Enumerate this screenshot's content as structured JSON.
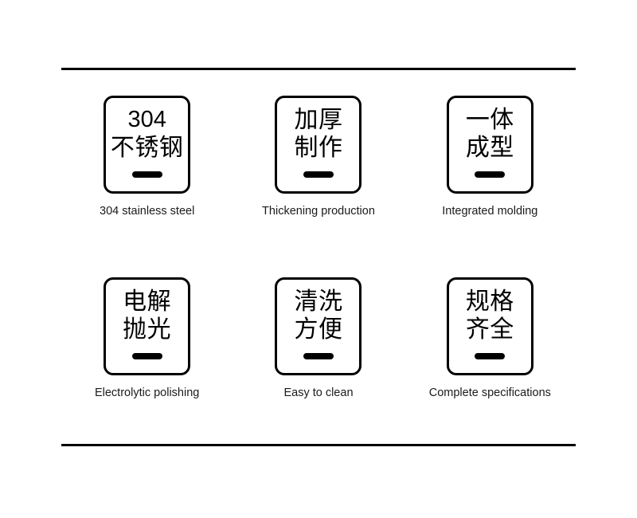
{
  "panel": {
    "background_color": "#ffffff",
    "line_color": "#000000",
    "text_color": "#1a1a1a"
  },
  "divider_top": {
    "name": "top-divider"
  },
  "divider_bottom": {
    "name": "bottom-divider"
  },
  "features": [
    {
      "badge_line1": "304",
      "badge_line2": "不锈钢",
      "line1_is_latin": true,
      "caption": "304 stainless steel"
    },
    {
      "badge_line1": "加厚",
      "badge_line2": "制作",
      "line1_is_latin": false,
      "caption": "Thickening production"
    },
    {
      "badge_line1": "一体",
      "badge_line2": "成型",
      "line1_is_latin": false,
      "caption": "Integrated molding"
    },
    {
      "badge_line1": "电解",
      "badge_line2": "抛光",
      "line1_is_latin": false,
      "caption": "Electrolytic polishing"
    },
    {
      "badge_line1": "清洗",
      "badge_line2": "方便",
      "line1_is_latin": false,
      "caption": "Easy to clean"
    },
    {
      "badge_line1": "规格",
      "badge_line2": "齐全",
      "line1_is_latin": false,
      "caption": "Complete specifications"
    }
  ]
}
